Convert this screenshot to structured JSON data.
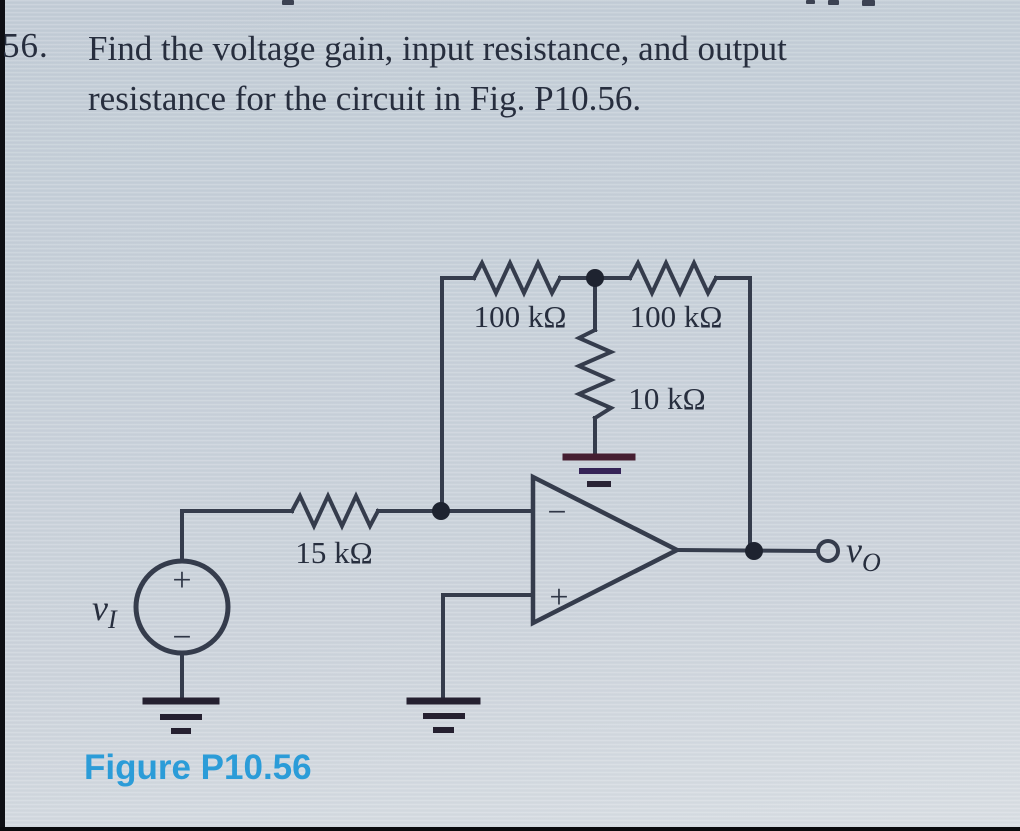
{
  "page": {
    "problem_number": "56.",
    "problem_text_line1": "Find the voltage gain, input resistance, and output",
    "problem_text_line2": "resistance for the circuit in Fig. P10.56.",
    "figure_caption": "Figure P10.56"
  },
  "circuit": {
    "type": "inverting op-amp amplifier with T feedback network",
    "labels": {
      "r_feedback_left": "100 kΩ",
      "r_feedback_right": "100 kΩ",
      "r_shunt": "10 kΩ",
      "r_input": "15 kΩ",
      "input_var": "v",
      "input_var_sub": "I",
      "output_var": "v",
      "output_var_sub": "O",
      "opamp_inverting_sign": "−",
      "opamp_noninverting_sign": "+",
      "source_plus_sign": "+",
      "source_minus_sign": "−"
    },
    "colors": {
      "wire": "#353c4c",
      "node_dot": "#1e2330",
      "caption_blue": "#2b9cd8",
      "text": "#272e3e",
      "background": "#c9d1da"
    }
  }
}
